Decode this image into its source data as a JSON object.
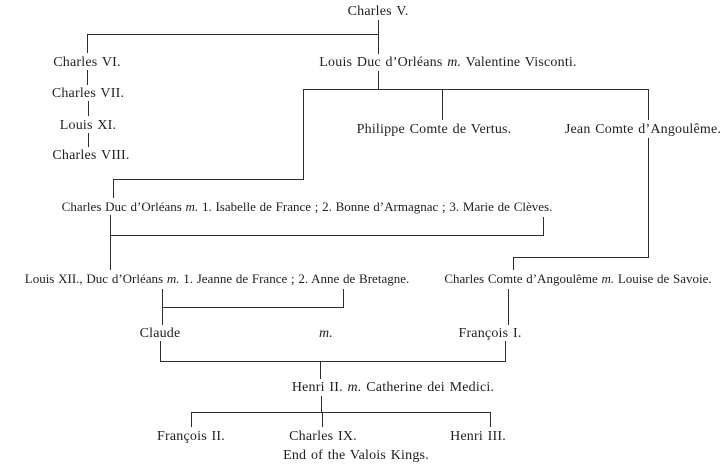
{
  "page": {
    "paper_color": "#ffffff",
    "ink_color": "#1f1f1f",
    "line_color": "#2d2d2d"
  },
  "nodes": {
    "charles_v": "Charles V.",
    "charles_vi": "Charles VI.",
    "charles_vii": "Charles VII.",
    "louis_xi": "Louis XI.",
    "charles_viii": "Charles VIII.",
    "louis_duc": {
      "pre": "Louis Duc d’Orléans",
      "m": "m.",
      "post": "Valentine Visconti."
    },
    "philippe": "Philippe Comte de Vertus.",
    "jean": "Jean Comte d’Angoulême.",
    "charles_duc": {
      "pre": "Charles Duc d’Orléans",
      "m": "m.",
      "post": "1. Isabelle de France ; 2. Bonne d’Armagnac ; 3. Marie de Clèves."
    },
    "louis_xii": {
      "pre": "Louis XII., Duc d’Orléans",
      "m": "m.",
      "post": "1. Jeanne de France ; 2. Anne de Bretagne."
    },
    "charles_comte": {
      "pre": "Charles Comte d’Angoulême",
      "m": "m.",
      "post": "Louise de Savoie."
    },
    "claude": "Claude",
    "claude_m": "m.",
    "francois_i": "François I.",
    "henri_ii": {
      "pre": "Henri II.",
      "m": "m.",
      "post": "Catherine dei Medici."
    },
    "francois_ii": "François II.",
    "charles_ix": "Charles IX.",
    "henri_iii": "Henri III.",
    "caption": "End of the Valois Kings."
  }
}
